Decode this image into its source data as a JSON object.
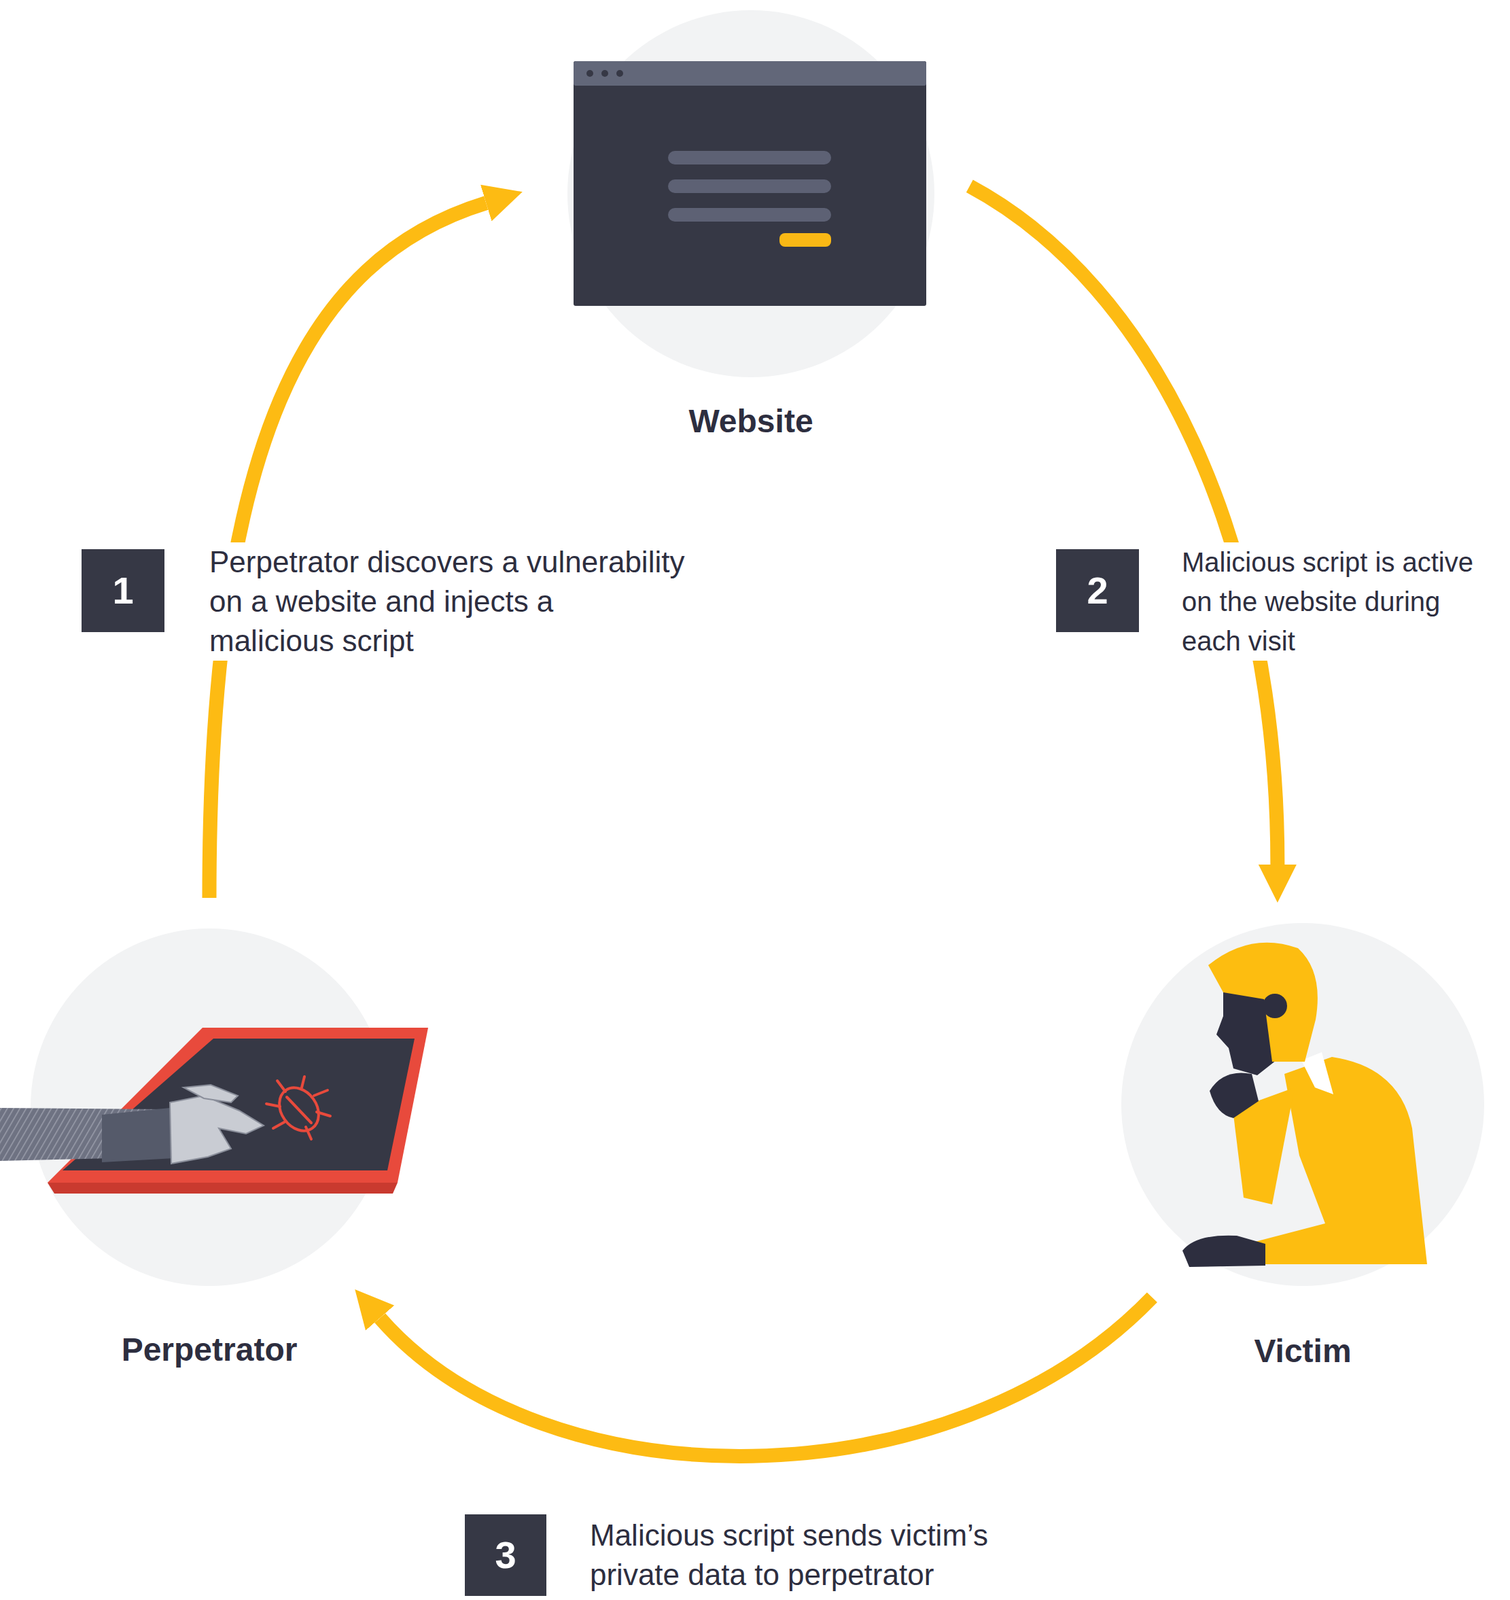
{
  "diagram": {
    "nodes": [
      {
        "text": [
          "Website"
        ]
      },
      {
        "text": [
          "Perpetrator"
        ]
      },
      {
        "text": [
          "Victim"
        ]
      }
    ],
    "edges": [
      {
        "from": 1,
        "to": 0,
        "arrow": "to",
        "label": "Perpetrator discovers a vulnerability on a website and injects a malicious script"
      },
      {
        "from": 0,
        "to": 2,
        "arrow": "to",
        "label": "Malicious script is active on the website during each visit"
      },
      {
        "from": 2,
        "to": 1,
        "arrow": "to",
        "label": "Malicious script sends victim’s private data to perpetrator"
      }
    ],
    "labels": [
      "1",
      "2",
      "3"
    ]
  }
}
